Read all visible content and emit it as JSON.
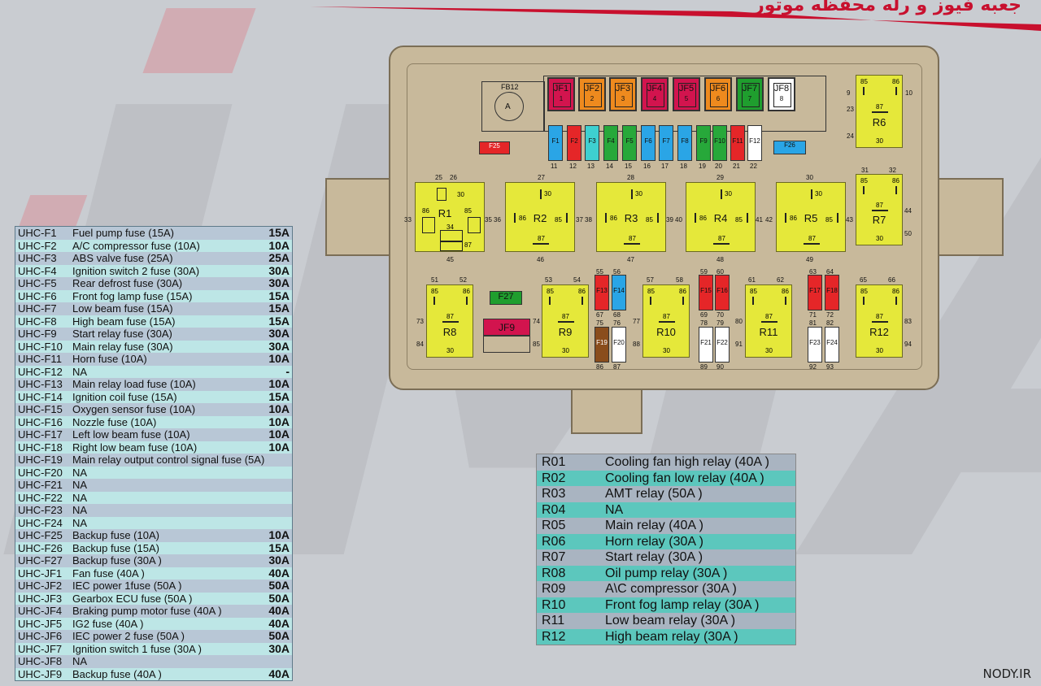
{
  "header": {
    "title": "جعبه فیوز و رله محفظه موتور"
  },
  "fuse_table": [
    {
      "code": "UHC-F1",
      "desc": "Fuel pump fuse (15A)",
      "amp": "15A"
    },
    {
      "code": "UHC-F2",
      "desc": "A/C compressor fuse (10A)",
      "amp": "10A"
    },
    {
      "code": "UHC-F3",
      "desc": "ABS valve fuse (25A)",
      "amp": "25A"
    },
    {
      "code": "UHC-F4",
      "desc": "Ignition switch 2 fuse (30A)",
      "amp": "30A"
    },
    {
      "code": "UHC-F5",
      "desc": "Rear defrost fuse (30A)",
      "amp": "30A"
    },
    {
      "code": "UHC-F6",
      "desc": "Front fog lamp fuse (15A)",
      "amp": "15A"
    },
    {
      "code": "UHC-F7",
      "desc": "Low beam fuse (15A)",
      "amp": "15A"
    },
    {
      "code": "UHC-F8",
      "desc": "High beam fuse (15A)",
      "amp": "15A"
    },
    {
      "code": "UHC-F9",
      "desc": "Start relay fuse (30A)",
      "amp": "30A"
    },
    {
      "code": "UHC-F10",
      "desc": "Main relay fuse (30A)",
      "amp": "30A"
    },
    {
      "code": "UHC-F11",
      "desc": "Horn fuse (10A)",
      "amp": "10A"
    },
    {
      "code": "UHC-F12",
      "desc": "NA",
      "amp": "-"
    },
    {
      "code": "UHC-F13",
      "desc": "Main relay load fuse (10A)",
      "amp": "10A"
    },
    {
      "code": "UHC-F14",
      "desc": "Ignition coil fuse (15A)",
      "amp": "15A"
    },
    {
      "code": "UHC-F15",
      "desc": "Oxygen sensor fuse (10A)",
      "amp": "10A"
    },
    {
      "code": "UHC-F16",
      "desc": "Nozzle fuse  (10A)",
      "amp": "10A"
    },
    {
      "code": "UHC-F17",
      "desc": "Left low beam fuse (10A)",
      "amp": "10A"
    },
    {
      "code": "UHC-F18",
      "desc": "Right low beam fuse (10A)",
      "amp": "10A"
    },
    {
      "code": "UHC-F19",
      "desc": "Main relay output control signal fuse (5A)",
      "amp": ""
    },
    {
      "code": "UHC-F20",
      "desc": "NA",
      "amp": ""
    },
    {
      "code": "UHC-F21",
      "desc": "NA",
      "amp": ""
    },
    {
      "code": "UHC-F22",
      "desc": "NA",
      "amp": ""
    },
    {
      "code": "UHC-F23",
      "desc": "NA",
      "amp": ""
    },
    {
      "code": "UHC-F24",
      "desc": "NA",
      "amp": ""
    },
    {
      "code": "UHC-F25",
      "desc": "Backup fuse (10A)",
      "amp": "10A"
    },
    {
      "code": "UHC-F26",
      "desc": "Backup fuse (15A)",
      "amp": "15A"
    },
    {
      "code": "UHC-F27",
      "desc": " Backup fuse  (30A )",
      "amp": "30A"
    },
    {
      "code": "UHC-JF1",
      "desc": "Fan fuse (40A )",
      "amp": "40A"
    },
    {
      "code": "UHC-JF2",
      "desc": "IEC power 1fuse (50A )",
      "amp": "50A"
    },
    {
      "code": "UHC-JF3",
      "desc": "Gearbox ECU fuse (50A )",
      "amp": "50A"
    },
    {
      "code": "UHC-JF4",
      "desc": "Braking pump motor fuse (40A )",
      "amp": "40A"
    },
    {
      "code": "UHC-JF5",
      "desc": "IG2 fuse (40A )",
      "amp": "40A"
    },
    {
      "code": "UHC-JF6",
      "desc": "IEC power 2 fuse (50A )",
      "amp": "50A"
    },
    {
      "code": "UHC-JF7",
      "desc": "Ignition switch 1 fuse (30A )",
      "amp": "30A"
    },
    {
      "code": "UHC-JF8",
      "desc": "NA",
      "amp": ""
    },
    {
      "code": "UHC-JF9",
      "desc": "Backup fuse (40A )",
      "amp": "40A"
    }
  ],
  "relay_table": [
    {
      "code": "R01",
      "desc": "Cooling fan high relay (40A )"
    },
    {
      "code": "R02",
      "desc": "Cooling fan low relay (40A )"
    },
    {
      "code": "R03",
      "desc": "AMT relay (50A )"
    },
    {
      "code": "R04",
      "desc": "NA"
    },
    {
      "code": "R05",
      "desc": "Main relay   (40A )"
    },
    {
      "code": "R06",
      "desc": "Horn relay   (30A )"
    },
    {
      "code": "R07",
      "desc": "Start relay   (30A )"
    },
    {
      "code": "R08",
      "desc": " Oil pump relay  (30A )"
    },
    {
      "code": "R09",
      "desc": "A\\C compressor   (30A )"
    },
    {
      "code": "R10",
      "desc": "Front fog lamp relay  (30A )"
    },
    {
      "code": "R11",
      "desc": "Low beam relay   (30A )"
    },
    {
      "code": "R12",
      "desc": "High beam relay   (30A )"
    }
  ],
  "box": {
    "fb12": "FB12",
    "fb12_a": "A",
    "jfuses": [
      {
        "label": "JF1",
        "num": "1",
        "color": "#d2144e"
      },
      {
        "label": "JF2",
        "num": "2",
        "color": "#ee8a1e"
      },
      {
        "label": "JF3",
        "num": "3",
        "color": "#ee8a1e"
      },
      {
        "label": "JF4",
        "num": "4",
        "color": "#d2144e"
      },
      {
        "label": "JF5",
        "num": "5",
        "color": "#d2144e"
      },
      {
        "label": "JF6",
        "num": "6",
        "color": "#ee8a1e"
      },
      {
        "label": "JF7",
        "num": "7",
        "color": "#1f9e2e"
      },
      {
        "label": "JF8",
        "num": "8",
        "color": "#ffffff"
      }
    ],
    "top_fuses": [
      {
        "label": "F1",
        "num": "11",
        "color": "#2aa5e6"
      },
      {
        "label": "F2",
        "num": "12",
        "color": "#e52628"
      },
      {
        "label": "F3",
        "num": "13",
        "color": "#3ed0d0"
      },
      {
        "label": "F4",
        "num": "14",
        "color": "#27a83a"
      },
      {
        "label": "F5",
        "num": "15",
        "color": "#27a83a"
      },
      {
        "label": "F6",
        "num": "16",
        "color": "#2aa5e6"
      },
      {
        "label": "F7",
        "num": "17",
        "color": "#2aa5e6"
      },
      {
        "label": "F8",
        "num": "18",
        "color": "#2aa5e6"
      },
      {
        "label": "F9",
        "num": "19",
        "color": "#27a83a"
      },
      {
        "label": "F10",
        "num": "20",
        "color": "#27a83a"
      },
      {
        "label": "F11",
        "num": "21",
        "color": "#e52628"
      },
      {
        "label": "F12",
        "num": "22",
        "color": "#ffffff"
      }
    ],
    "f25": "F25",
    "f26": "F26",
    "f27": "F27",
    "jf9": "JF9",
    "mid_fuses": [
      {
        "label": "F13",
        "color": "#e52628"
      },
      {
        "label": "F14",
        "color": "#2aa5e6"
      },
      {
        "label": "F15",
        "color": "#e52628"
      },
      {
        "label": "F16",
        "color": "#e52628"
      },
      {
        "label": "F17",
        "color": "#e52628"
      },
      {
        "label": "F18",
        "color": "#e52628"
      }
    ],
    "low_fuses": [
      {
        "label": "F19",
        "color": "#8a4d1c"
      },
      {
        "label": "F20",
        "color": "#ffffff"
      },
      {
        "label": "F21",
        "color": "#ffffff"
      },
      {
        "label": "F22",
        "color": "#ffffff"
      },
      {
        "label": "F23",
        "color": "#ffffff"
      },
      {
        "label": "F24",
        "color": "#ffffff"
      }
    ],
    "relays": {
      "r1": "R1",
      "r2": "R2",
      "r3": "R3",
      "r4": "R4",
      "r5": "R5",
      "r6": "R6",
      "r7": "R7",
      "r8": "R8",
      "r9": "R9",
      "r10": "R10",
      "r11": "R11",
      "r12": "R12"
    },
    "pins": {
      "p9": "9",
      "p10": "10",
      "p23": "23",
      "p24": "24",
      "p25": "25",
      "p26": "26",
      "p27": "27",
      "p28": "28",
      "p29": "29",
      "p30": "30",
      "p31": "31",
      "p32": "32",
      "p33": "33",
      "p35": "35",
      "p36": "36",
      "p37": "37",
      "p38": "38",
      "p39": "39",
      "p40": "40",
      "p41": "41",
      "p42": "42",
      "p43": "43",
      "p44": "44",
      "p45": "45",
      "p46": "46",
      "p47": "47",
      "p48": "48",
      "p49": "49",
      "p50": "50",
      "p51": "51",
      "p52": "52",
      "p53": "53",
      "p54": "54",
      "p55": "55",
      "p56": "56",
      "p57": "57",
      "p58": "58",
      "p59": "59",
      "p60": "60",
      "p61": "61",
      "p62": "62",
      "p63": "63",
      "p64": "64",
      "p65": "65",
      "p66": "66",
      "p67": "67",
      "p68": "68",
      "p69": "69",
      "p70": "70",
      "p71": "71",
      "p72": "72",
      "p73": "73",
      "p74": "74",
      "p75": "75",
      "p76": "76",
      "p77": "77",
      "p78": "78",
      "p79": "79",
      "p80": "80",
      "p81": "81",
      "p82": "82",
      "p83": "83",
      "p84": "84",
      "p85": "85",
      "p86": "86",
      "p87": "87",
      "p88": "88",
      "p89": "89",
      "p90": "90",
      "p91": "91",
      "p92": "92",
      "p93": "93",
      "p94": "94",
      "t30": "30",
      "t34": "34",
      "t85": "85",
      "t86": "86",
      "t87": "87"
    }
  },
  "footer": {
    "logo": "NODY.IR"
  }
}
